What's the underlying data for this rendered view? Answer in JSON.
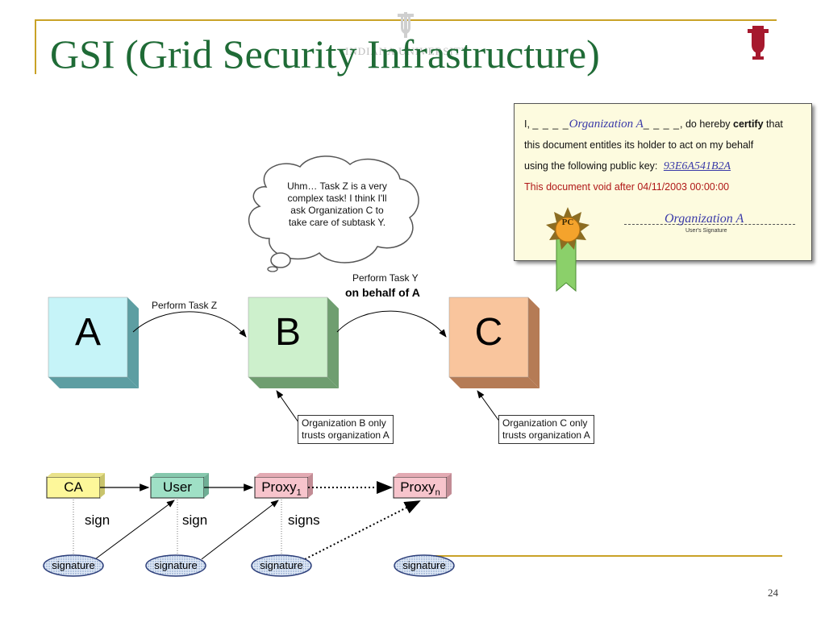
{
  "slide": {
    "title": "GSI (Grid Security Infrastructure)",
    "university": "INDIANA UNIVERSITY",
    "page_number": "24"
  },
  "colors": {
    "title": "#1f6b36",
    "accent_line": "#c9a227",
    "logo": "#a6192e"
  },
  "thought_bubble": {
    "lines": [
      "Uhm… Task Z is a very",
      "complex task! I think I'll",
      "ask Organization C to",
      "take care of subtask Y."
    ]
  },
  "boxes": {
    "a": "A",
    "b": "B",
    "c": "C"
  },
  "arrows": {
    "task_z": "Perform Task Z",
    "task_y": "Perform Task Y",
    "behalf": "on behalf of A"
  },
  "notes": {
    "b_lines": [
      "Organization B only",
      "trusts organization A"
    ],
    "c_lines": [
      "Organization C only",
      "trusts organization A"
    ]
  },
  "certificate": {
    "prefix": "I, ",
    "org_name": "Organization A",
    "suffix_plain": ", do hereby ",
    "suffix_bold": "certify",
    "suffix_end": " that",
    "line2": "this document entitles its holder to act on my behalf",
    "line3_label": "using the following public key:",
    "public_key": "93E6A541B2A",
    "void_line": "This document void after 04/11/2003 00:00:00",
    "seal_text": "PC",
    "signature": "Organization A",
    "signature_label": "User's Signature"
  },
  "flow": {
    "ca": "CA",
    "user": "User",
    "proxy_1": "Proxy",
    "proxy_1_sub": "1",
    "proxy_n": "Proxy",
    "proxy_n_sub": "n",
    "sign_1": "sign",
    "sign_2": "sign",
    "signs": "signs",
    "signature": "signature"
  }
}
